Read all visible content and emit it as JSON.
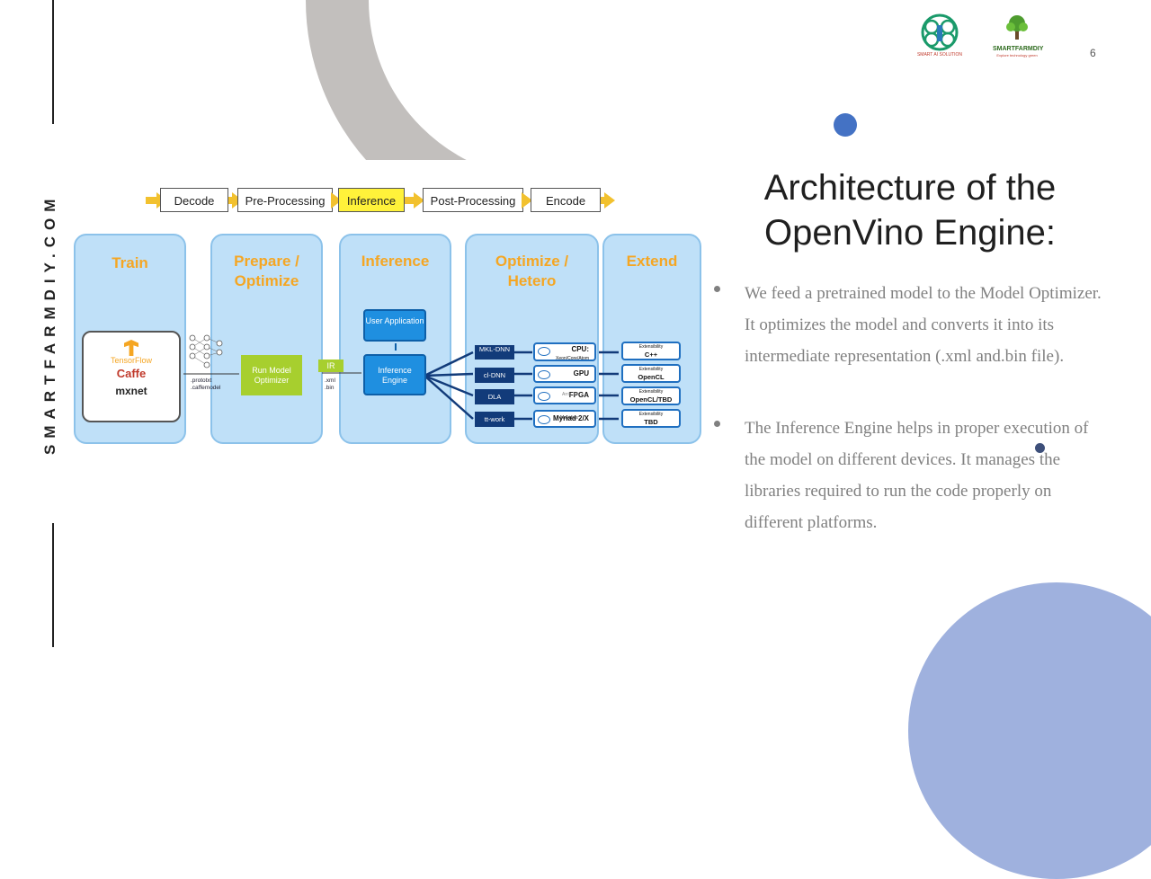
{
  "slide": {
    "page_number": "6",
    "side_text": "SMARTFARMDIY.COM",
    "title_line1": "Architecture of the",
    "title_line2": "OpenVino Engine:",
    "bullets": [
      "We feed a pretrained model to the Model Optimizer. It optimizes the model and converts it into its intermediate representation (.xml and.bin file).",
      "The Inference Engine helps in proper execution of the model on different devices. It manages the libraries required to run the code properly on different platforms."
    ],
    "logos": {
      "logo1_text": "SMART AI SOLUTION",
      "logo2_text": "SMARTFARMDIY",
      "logo2_tagline": "Explore technology green"
    },
    "colors": {
      "accent_blue": "#4472c4",
      "gray_arc": "#c2bfbd",
      "circle": "#9fb1de"
    }
  },
  "diagram": {
    "pipeline": [
      "Decode",
      "Pre-Processing",
      "Inference",
      "Post-Processing",
      "Encode"
    ],
    "stages": [
      "Train",
      "Prepare /\nOptimize",
      "Inference",
      "Optimize /\nHetero",
      "Extend"
    ],
    "frameworks": [
      "TensorFlow",
      "Caffe",
      "mxnet"
    ],
    "model_files": ".prototxt\n.caffemodel",
    "run_model_optimizer": "Run Model Optimizer",
    "ir_label": "IR",
    "ir_files": ".xml\n.bin",
    "user_application": "User Application",
    "inference_engine": "Inference Engine",
    "plugins": [
      "MKL-DNN",
      "cl-DNN",
      "DLA",
      "tt-work"
    ],
    "devices": [
      "CPU:",
      "GPU",
      "FPGA",
      "Myriad 2/X"
    ],
    "device_sub": [
      "Xeon/Core/Atom",
      "",
      "Arria 10",
      "Movidius"
    ],
    "ext_label": "Extensibility",
    "extensions": [
      "C++",
      "OpenCL",
      "OpenCL/TBD",
      "TBD"
    ]
  }
}
